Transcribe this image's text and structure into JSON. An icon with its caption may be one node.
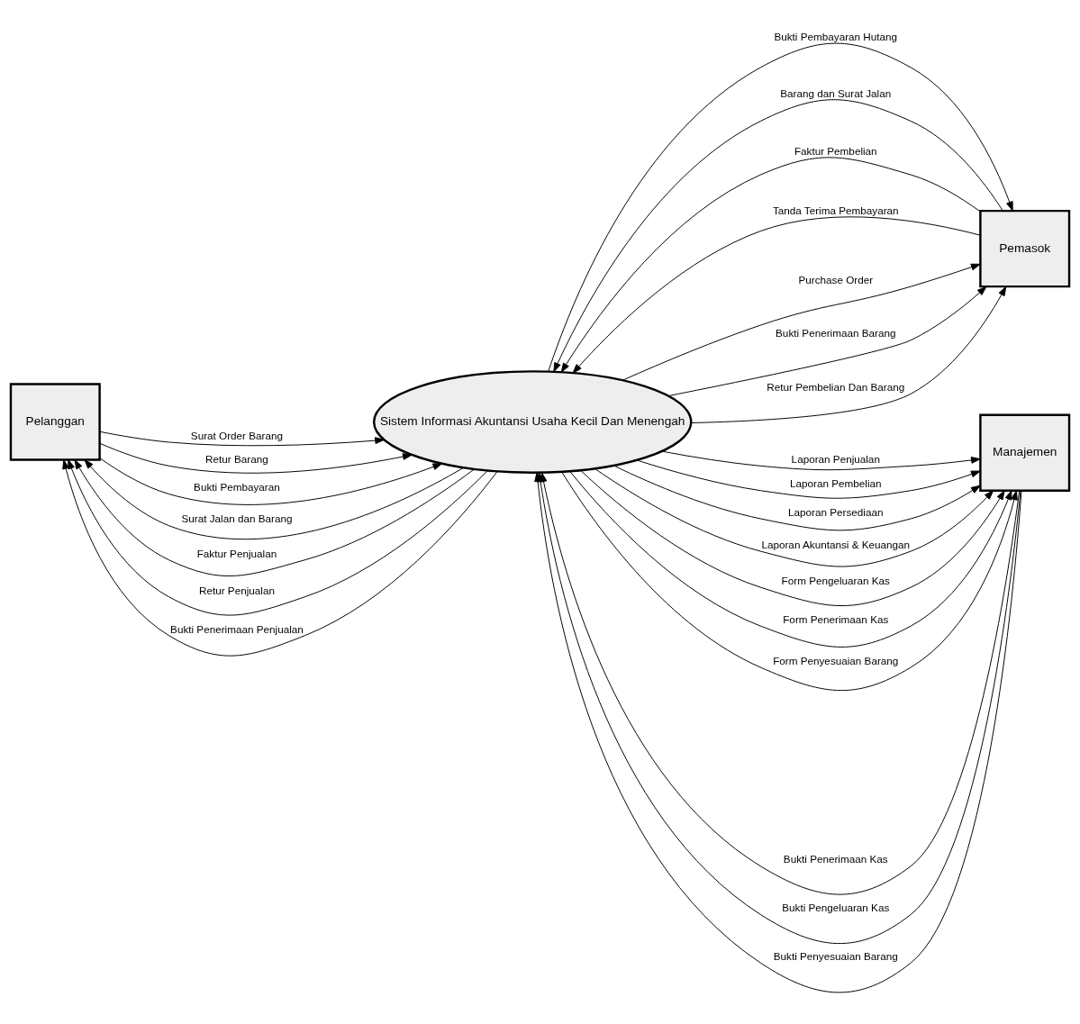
{
  "diagram": {
    "nodes": [
      {
        "text": [
          "Pelanggan"
        ]
      },
      {
        "text": [
          "Pemasok"
        ]
      },
      {
        "text": [
          "Sistem Informasi Akuntansi Usaha Kecil Dan Menengah"
        ]
      },
      {
        "text": [
          "Manajemen"
        ]
      }
    ],
    "edges": [
      {
        "from": 0,
        "to": 2,
        "arrow": "to",
        "label": "Surat Order Barang"
      },
      {
        "from": 0,
        "to": 2,
        "arrow": "to",
        "label": "Retur Barang"
      },
      {
        "from": 0,
        "to": 2,
        "arrow": "to",
        "label": "Bukti Pembayaran"
      },
      {
        "from": 2,
        "to": 1,
        "arrow": "to",
        "label": "Purchase Order"
      },
      {
        "from": 2,
        "to": 1,
        "arrow": "to",
        "label": "Bukti Penerimaan Barang"
      },
      {
        "from": 2,
        "to": 1,
        "arrow": "to",
        "label": "Retur Pembelian Dan Barang"
      },
      {
        "from": 2,
        "to": 1,
        "arrow": "to",
        "label": "Bukti Pembayaran Hutang"
      },
      {
        "from": 1,
        "to": 2,
        "arrow": "to",
        "label": "Barang dan Surat Jalan"
      },
      {
        "from": 1,
        "to": 2,
        "arrow": "to",
        "label": "Faktur Pembelian"
      },
      {
        "from": 1,
        "to": 2,
        "arrow": "to",
        "label": "Tanda Terima Pembayaran"
      },
      {
        "from": 2,
        "to": 0,
        "arrow": "to",
        "label": "Surat Jalan dan Barang"
      },
      {
        "from": 2,
        "to": 0,
        "arrow": "to",
        "label": "Faktur Penjualan"
      },
      {
        "from": 2,
        "to": 0,
        "arrow": "to",
        "label": "Retur Penjualan"
      },
      {
        "from": 2,
        "to": 0,
        "arrow": "to",
        "label": "Bukti Penerimaan Penjualan"
      },
      {
        "from": 3,
        "to": 2,
        "arrow": "to",
        "label": "Bukti Penerimaan Kas"
      },
      {
        "from": 3,
        "to": 2,
        "arrow": "to",
        "label": "Bukti Pengeluaran Kas"
      },
      {
        "from": 3,
        "to": 2,
        "arrow": "to",
        "label": "Bukti Penyesuaian Barang"
      },
      {
        "from": 2,
        "to": 3,
        "arrow": "to",
        "label": "Laporan Penjualan"
      },
      {
        "from": 2,
        "to": 3,
        "arrow": "to",
        "label": "Laporan Pembelian"
      },
      {
        "from": 2,
        "to": 3,
        "arrow": "to",
        "label": "Laporan Persediaan"
      },
      {
        "from": 2,
        "to": 3,
        "arrow": "to",
        "label": "Laporan Akuntansi & Keuangan"
      },
      {
        "from": 2,
        "to": 3,
        "arrow": "to",
        "label": "Form Pengeluaran Kas"
      },
      {
        "from": 2,
        "to": 3,
        "arrow": "to",
        "label": "Form Penerimaan Kas"
      },
      {
        "from": 2,
        "to": 3,
        "arrow": "to",
        "label": "Form Penyesuaian Barang"
      }
    ]
  }
}
